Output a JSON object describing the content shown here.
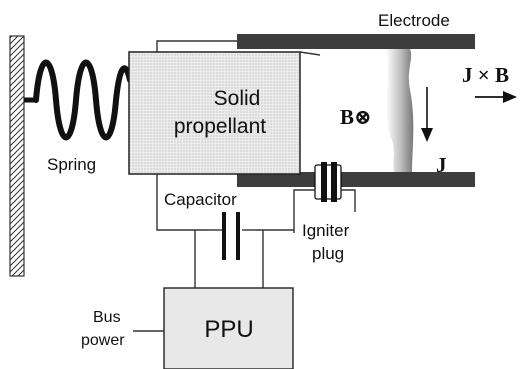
{
  "labels": {
    "electrode": "Electrode",
    "solid_line1": "Solid",
    "solid_line2": "propellant",
    "spring": "Spring",
    "capacitor": "Capacitor",
    "igniter_line1": "Igniter",
    "igniter_line2": "plug",
    "bus_line1": "Bus",
    "bus_line2": "power",
    "ppu": "PPU",
    "b_field": "B⊗",
    "current": "J",
    "force": "J × B"
  },
  "colors": {
    "electrode": "#3d3d3d",
    "propellant_fill": "#e6e6e6",
    "ppu_fill": "#e8e8e8",
    "plasma": "#888888"
  }
}
